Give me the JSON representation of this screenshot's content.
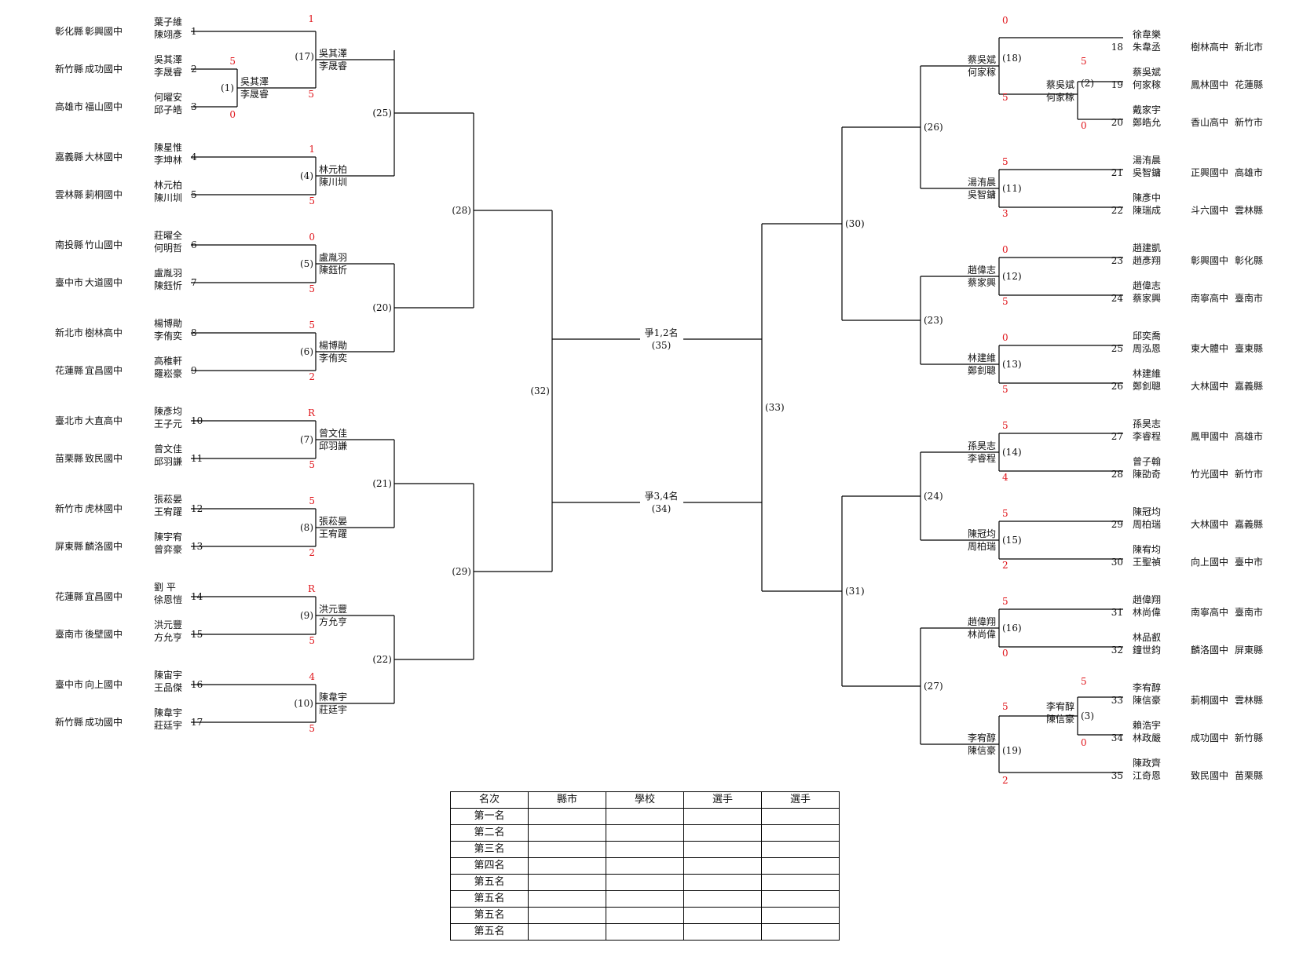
{
  "bracket": {
    "left_entries": [
      {
        "seed": "1",
        "county": "彰化縣",
        "school": "彰興國中",
        "p1": "葉子維",
        "p2": "陳翊彥"
      },
      {
        "seed": "2",
        "county": "新竹縣",
        "school": "成功國中",
        "p1": "吳其澤",
        "p2": "李晟睿"
      },
      {
        "seed": "3",
        "county": "高雄市",
        "school": "福山國中",
        "p1": "何曜安",
        "p2": "邱子皓"
      },
      {
        "seed": "4",
        "county": "嘉義縣",
        "school": "大林國中",
        "p1": "陳星惟",
        "p2": "李坤林"
      },
      {
        "seed": "5",
        "county": "雲林縣",
        "school": "莿桐國中",
        "p1": "林元柏",
        "p2": "陳川圳"
      },
      {
        "seed": "6",
        "county": "南投縣",
        "school": "竹山國中",
        "p1": "莊曜全",
        "p2": "何明哲"
      },
      {
        "seed": "7",
        "county": "臺中市",
        "school": "大道國中",
        "p1": "盧胤羽",
        "p2": "陳鈺忻"
      },
      {
        "seed": "8",
        "county": "新北市",
        "school": "樹林高中",
        "p1": "楊博勛",
        "p2": "李侑奕"
      },
      {
        "seed": "9",
        "county": "花蓮縣",
        "school": "宜昌國中",
        "p1": "高稚軒",
        "p2": "羅崧豪"
      },
      {
        "seed": "10",
        "county": "臺北市",
        "school": "大直高中",
        "p1": "陳彥均",
        "p2": "王子元"
      },
      {
        "seed": "11",
        "county": "苗栗縣",
        "school": "致民國中",
        "p1": "曾文佳",
        "p2": "邱羽謙"
      },
      {
        "seed": "12",
        "county": "新竹市",
        "school": "虎林國中",
        "p1": "張菘晏",
        "p2": "王宥躍"
      },
      {
        "seed": "13",
        "county": "屏東縣",
        "school": "麟洛國中",
        "p1": "陳宇宥",
        "p2": "曾弈豪"
      },
      {
        "seed": "14",
        "county": "花蓮縣",
        "school": "宜昌國中",
        "p1": "劉 平",
        "p2": "徐恩愷"
      },
      {
        "seed": "15",
        "county": "臺南市",
        "school": "後壁國中",
        "p1": "洪元豐",
        "p2": "方允亨"
      },
      {
        "seed": "16",
        "county": "臺中市",
        "school": "向上國中",
        "p1": "陳宙宇",
        "p2": "王品傑"
      },
      {
        "seed": "17",
        "county": "新竹縣",
        "school": "成功國中",
        "p1": "陳韋宇",
        "p2": "莊廷宇"
      }
    ],
    "right_entries": [
      {
        "seed": "18",
        "school": "樹林高中",
        "county": "新北市",
        "p1": "徐韋樂",
        "p2": "朱韋丞"
      },
      {
        "seed": "19",
        "school": "鳳林國中",
        "county": "花蓮縣",
        "p1": "蔡吳斌",
        "p2": "何家稼"
      },
      {
        "seed": "20",
        "school": "香山高中",
        "county": "新竹市",
        "p1": "戴家宇",
        "p2": "鄭皓允"
      },
      {
        "seed": "21",
        "school": "正興國中",
        "county": "高雄市",
        "p1": "湯洧晨",
        "p2": "吳智鏞"
      },
      {
        "seed": "22",
        "school": "斗六國中",
        "county": "雲林縣",
        "p1": "陳彥中",
        "p2": "陳瑞成"
      },
      {
        "seed": "23",
        "school": "彰興國中",
        "county": "彰化縣",
        "p1": "趙建凱",
        "p2": "趙彥翔"
      },
      {
        "seed": "24",
        "school": "南寧高中",
        "county": "臺南市",
        "p1": "趙偉志",
        "p2": "蔡家興"
      },
      {
        "seed": "25",
        "school": "東大體中",
        "county": "臺東縣",
        "p1": "邱奕喬",
        "p2": "周泓恩"
      },
      {
        "seed": "26",
        "school": "大林國中",
        "county": "嘉義縣",
        "p1": "林建維",
        "p2": "鄭釗聰"
      },
      {
        "seed": "27",
        "school": "鳳甲國中",
        "county": "高雄市",
        "p1": "孫昊志",
        "p2": "李睿程"
      },
      {
        "seed": "28",
        "school": "竹光國中",
        "county": "新竹市",
        "p1": "曾子翰",
        "p2": "陳劭奇"
      },
      {
        "seed": "29",
        "school": "大林國中",
        "county": "嘉義縣",
        "p1": "陳冠均",
        "p2": "周柏瑞"
      },
      {
        "seed": "30",
        "school": "向上國中",
        "county": "臺中市",
        "p1": "陳宥均",
        "p2": "王聖禎"
      },
      {
        "seed": "31",
        "school": "南寧高中",
        "county": "臺南市",
        "p1": "趙偉翔",
        "p2": "林尚偉"
      },
      {
        "seed": "32",
        "school": "麟洛國中",
        "county": "屏東縣",
        "p1": "林品叡",
        "p2": "鐘世鈞"
      },
      {
        "seed": "33",
        "school": "莿桐國中",
        "county": "雲林縣",
        "p1": "李宥醇",
        "p2": "陳信豪"
      },
      {
        "seed": "34",
        "school": "成功國中",
        "county": "新竹縣",
        "p1": "賴浩宇",
        "p2": "林政嚴"
      },
      {
        "seed": "35",
        "school": "致民國中",
        "county": "苗栗縣",
        "p1": "陳政齊",
        "p2": "江奇恩"
      }
    ],
    "matches": {
      "m1": {
        "label": "(1)",
        "winner1": "吳其澤",
        "winner2": "李晟睿",
        "score_top": "5",
        "score_bottom": "0"
      },
      "m2": {
        "label": "(2)",
        "winner1": "蔡吳斌",
        "winner2": "何家稼",
        "score_top": "5",
        "score_bottom": "0"
      },
      "m3": {
        "label": "(3)",
        "winner1": "李宥醇",
        "winner2": "陳信豪",
        "score_top": "5",
        "score_bottom": "0"
      },
      "m4": {
        "label": "(4)",
        "winner1": "林元柏",
        "winner2": "陳川圳",
        "score_top": "1",
        "score_bottom": "5"
      },
      "m5": {
        "label": "(5)",
        "winner1": "盧胤羽",
        "winner2": "陳鈺忻",
        "score_top": "0",
        "score_bottom": "5"
      },
      "m6": {
        "label": "(6)",
        "winner1": "楊博勛",
        "winner2": "李侑奕",
        "score_top": "5",
        "score_bottom": "2"
      },
      "m7": {
        "label": "(7)",
        "winner1": "曾文佳",
        "winner2": "邱羽謙",
        "score_top": "R",
        "score_bottom": "5"
      },
      "m8": {
        "label": "(8)",
        "winner1": "張菘晏",
        "winner2": "王宥躍",
        "score_top": "5",
        "score_bottom": "2"
      },
      "m9": {
        "label": "(9)",
        "winner1": "洪元豐",
        "winner2": "方允亨",
        "score_top": "R",
        "score_bottom": "5"
      },
      "m10": {
        "label": "(10)",
        "winner1": "陳韋宇",
        "winner2": "莊廷宇",
        "score_top": "4",
        "score_bottom": "5"
      },
      "m11": {
        "label": "(11)",
        "winner1": "湯洧晨",
        "winner2": "吳智鏞",
        "score_top": "5",
        "score_bottom": "3"
      },
      "m12": {
        "label": "(12)",
        "winner1": "趙偉志",
        "winner2": "蔡家興",
        "score_top": "0",
        "score_bottom": "5"
      },
      "m13": {
        "label": "(13)",
        "winner1": "林建維",
        "winner2": "鄭釗聰",
        "score_top": "0",
        "score_bottom": "5"
      },
      "m14": {
        "label": "(14)",
        "winner1": "孫昊志",
        "winner2": "李睿程",
        "score_top": "5",
        "score_bottom": "4"
      },
      "m15": {
        "label": "(15)",
        "winner1": "陳冠均",
        "winner2": "周柏瑞",
        "score_top": "5",
        "score_bottom": "2"
      },
      "m16": {
        "label": "(16)",
        "winner1": "趙偉翔",
        "winner2": "林尚偉",
        "score_top": "5",
        "score_bottom": "0"
      },
      "m17": {
        "label": "(17)",
        "winner1": "吳其澤",
        "winner2": "李晟睿",
        "score_top": "1",
        "score_bottom": "5"
      },
      "m18": {
        "label": "(18)",
        "winner1": "蔡吳斌",
        "winner2": "何家稼",
        "score_top": "0",
        "score_bottom": "5"
      },
      "m19": {
        "label": "(19)",
        "winner1": "李宥醇",
        "winner2": "陳信豪",
        "score_top": "5",
        "score_bottom": "2"
      },
      "m20": {
        "label": "(20)"
      },
      "m21": {
        "label": "(21)"
      },
      "m22": {
        "label": "(22)"
      },
      "m23": {
        "label": "(23)"
      },
      "m24": {
        "label": "(24)"
      },
      "m25": {
        "label": "(25)"
      },
      "m26": {
        "label": "(26)"
      },
      "m27": {
        "label": "(27)"
      },
      "m28": {
        "label": "(28)"
      },
      "m29": {
        "label": "(29)"
      },
      "m30": {
        "label": "(30)"
      },
      "m31": {
        "label": "(31)"
      },
      "m32": {
        "label": "(32)"
      },
      "m33": {
        "label": "(33)"
      }
    },
    "final_label": "爭1,2名",
    "final_no": "(35)",
    "third_label": "爭3,4名",
    "third_no": "(34)"
  },
  "ranking_table": {
    "headers": [
      "名次",
      "縣市",
      "學校",
      "選手",
      "選手"
    ],
    "rows": [
      "第一名",
      "第二名",
      "第三名",
      "第四名",
      "第五名",
      "第五名",
      "第五名",
      "第五名"
    ]
  },
  "colors": {
    "score_red": "#e0151b",
    "line": "#000000"
  }
}
